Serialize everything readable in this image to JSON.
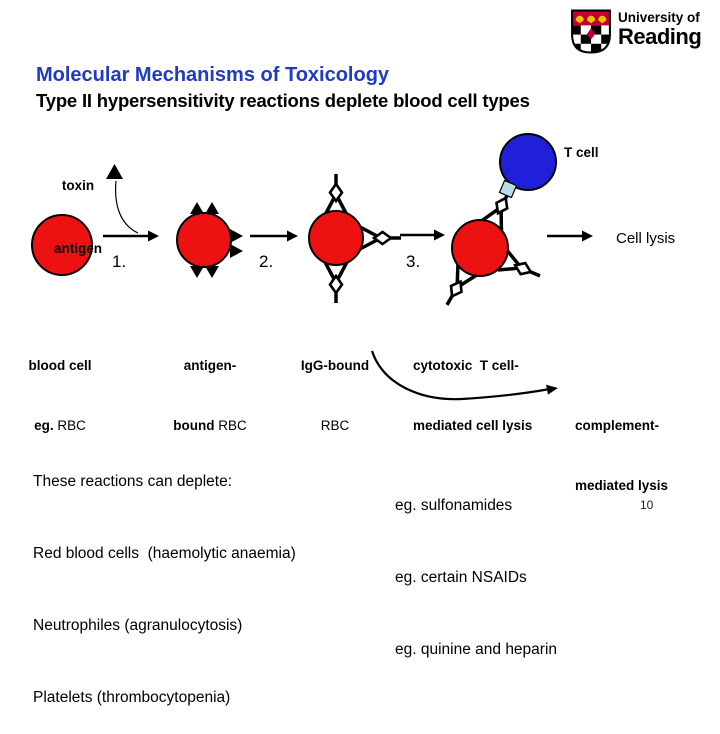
{
  "logo": {
    "institution": "University of",
    "name": "Reading"
  },
  "header": {
    "title": "Molecular Mechanisms of Toxicology",
    "subtitle": "Type II hypersensitivity reactions deplete blood cell types"
  },
  "diagram": {
    "toxin_antigen": {
      "line1": "toxin",
      "line2": "antigen"
    },
    "t_cell_label": "T cell",
    "cell_lysis_label": "Cell lysis",
    "steps": [
      "1.",
      "2.",
      "3."
    ],
    "captions": [
      {
        "line1": "blood cell",
        "line2_strong": "eg. ",
        "line2": "RBC"
      },
      {
        "line1": "antigen-",
        "line2_strong": "bound ",
        "line2": "RBC"
      },
      {
        "line1": "IgG-bound",
        "line2_strong": "",
        "line2": "RBC"
      },
      {
        "line1": "cytotoxic  T cell-",
        "line2_strong": "mediated cell lysis",
        "line2": ""
      }
    ],
    "complement": {
      "line1": "complement-",
      "line2": "mediated lysis"
    }
  },
  "footer": {
    "deplete": [
      "These reactions can deplete:",
      "Red blood cells  (haemolytic anaemia)",
      "Neutrophiles (agranulocytosis)",
      "Platelets (thrombocytopenia)"
    ],
    "examples": [
      "eg. sulfonamides",
      "eg. certain NSAIDs",
      "eg. quinine and heparin"
    ],
    "page_number": "10"
  },
  "colors": {
    "title-blue": "#1f3bc6",
    "cell-red": "#ee1111",
    "t-cell-blue": "#2020d8",
    "receptor-cyan": "#b9dde8",
    "logo-red": "#c20030",
    "logo-yellow": "#f2c200"
  }
}
